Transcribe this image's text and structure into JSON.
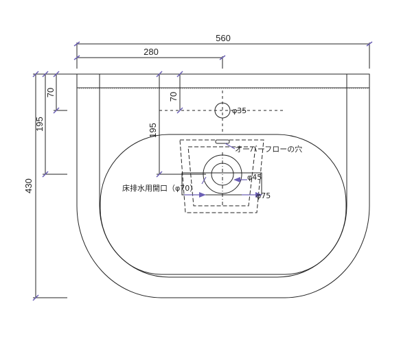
{
  "dimensions": {
    "overall_width": "560",
    "half_width": "280",
    "overall_depth": "430",
    "to_drain_center": "195",
    "to_back_edge": "70",
    "overflow_offset": "70",
    "drain_center_depth": "195"
  },
  "labels": {
    "faucet_hole": "φ35",
    "overflow_hole": "オーバーフローの穴",
    "drain_inner": "φ45",
    "drain_outer": "φ75",
    "floor_drain_opening": "床排水用開口（φ70）"
  },
  "colors": {
    "line": "#222222",
    "accent": "#6b5fb5"
  }
}
